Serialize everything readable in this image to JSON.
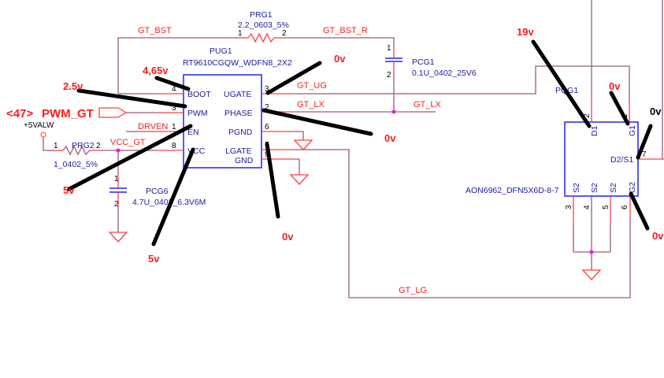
{
  "nets": {
    "gt_bst": "GT_BST",
    "gt_bst_r": "GT_BST_R",
    "gt_ug": "GT_UG",
    "gt_lx1": "GT_LX",
    "gt_lx2": "GT_LX",
    "drven": "DRVEN",
    "vcc_gt": "VCC_GT",
    "gt_lg": "GT_LG",
    "power": "+5VALW"
  },
  "port": {
    "ref": "<47>",
    "name": "PWM_GT"
  },
  "prg1": {
    "ref": "PRG1",
    "value": "2.2_0603_5%",
    "pin1": "1",
    "pin2": "2"
  },
  "prg2": {
    "ref": "PRG2",
    "value": "1_0402_5%",
    "pin1": "1",
    "pin2": "2"
  },
  "pcg1": {
    "ref": "PCG1",
    "value": "0.1U_0402_25V6",
    "pin1": "1",
    "pin2": "2"
  },
  "pcg6": {
    "ref": "PCG6",
    "value": "4.7U_0402_6.3V6M",
    "pin1": "1",
    "pin2": "2"
  },
  "pug1": {
    "ref": "PUG1",
    "part": "RT9610CGQW_WDFN8_2X2",
    "left_pins": [
      {
        "num": "4",
        "name": "BOOT"
      },
      {
        "num": "3",
        "name": "PWM"
      },
      {
        "num": "1",
        "name": "EN"
      },
      {
        "num": "8",
        "name": "VCC"
      }
    ],
    "right_pins": [
      {
        "num": "3",
        "name": "UGATE"
      },
      {
        "num": "2",
        "name": "PHASE"
      },
      {
        "num": "6",
        "name": "PGND"
      },
      {
        "num": "7",
        "name": "LGATE"
      },
      {
        "num": "9",
        "name": "GND"
      }
    ]
  },
  "pqg1": {
    "ref": "PQG1",
    "part": "AON6962_DFN5X6D-8-7",
    "pins": {
      "d1": {
        "num": "2",
        "name": "D1"
      },
      "g1": {
        "num": "1",
        "name": "G1"
      },
      "d2s1": {
        "num": "7",
        "name": "D2/S1"
      },
      "s2a": {
        "num": "3",
        "name": "S2"
      },
      "s2b": {
        "num": "4",
        "name": "S2"
      },
      "s2c": {
        "num": "5",
        "name": "S2"
      },
      "g2": {
        "num": "6",
        "name": "G2"
      }
    }
  },
  "voltages": {
    "boot": "4,65v",
    "pwm": "2.5v",
    "en": "5v",
    "vcc": "5v",
    "ugate": "0v",
    "phase": "0v",
    "lgate": "0v",
    "d1": "19v",
    "g1": "0v",
    "d2s1": "0v",
    "g2": "0v"
  },
  "colors": {
    "wire": "#9b5a7e",
    "pin": "#ff4040",
    "body": "#2020ff",
    "net_label": "#ff2020",
    "junction": "#ff00ff",
    "annotation": "#000000"
  }
}
